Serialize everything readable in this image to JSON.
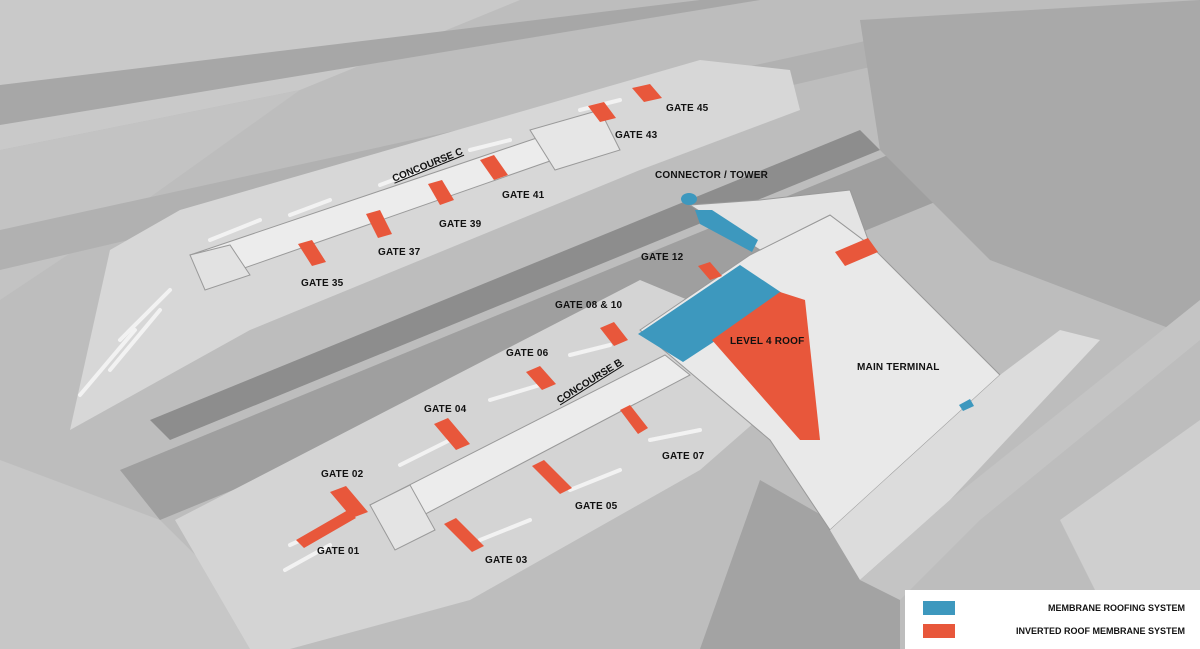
{
  "colors": {
    "membrane": "#3d98be",
    "inverted": "#e8573b"
  },
  "labels": {
    "connector_tower": "CONNECTOR / TOWER",
    "main_terminal": "MAIN TERMINAL",
    "level4_roof": "LEVEL 4 ROOF",
    "concourse_c": "CONCOURSE C",
    "concourse_b": "CONCOURSE B"
  },
  "gates": {
    "g45": "GATE 45",
    "g43": "GATE 43",
    "g41": "GATE 41",
    "g39": "GATE 39",
    "g37": "GATE 37",
    "g35": "GATE 35",
    "g12": "GATE 12",
    "g08_10": "GATE 08 & 10",
    "g06": "GATE 06",
    "g04": "GATE 04",
    "g02": "GATE 02",
    "g01": "GATE 01",
    "g03": "GATE 03",
    "g05": "GATE 05",
    "g07": "GATE 07"
  },
  "legend": {
    "membrane_label": "MEMBRANE ROOFING SYSTEM",
    "inverted_label": "INVERTED ROOF MEMBRANE SYSTEM"
  }
}
